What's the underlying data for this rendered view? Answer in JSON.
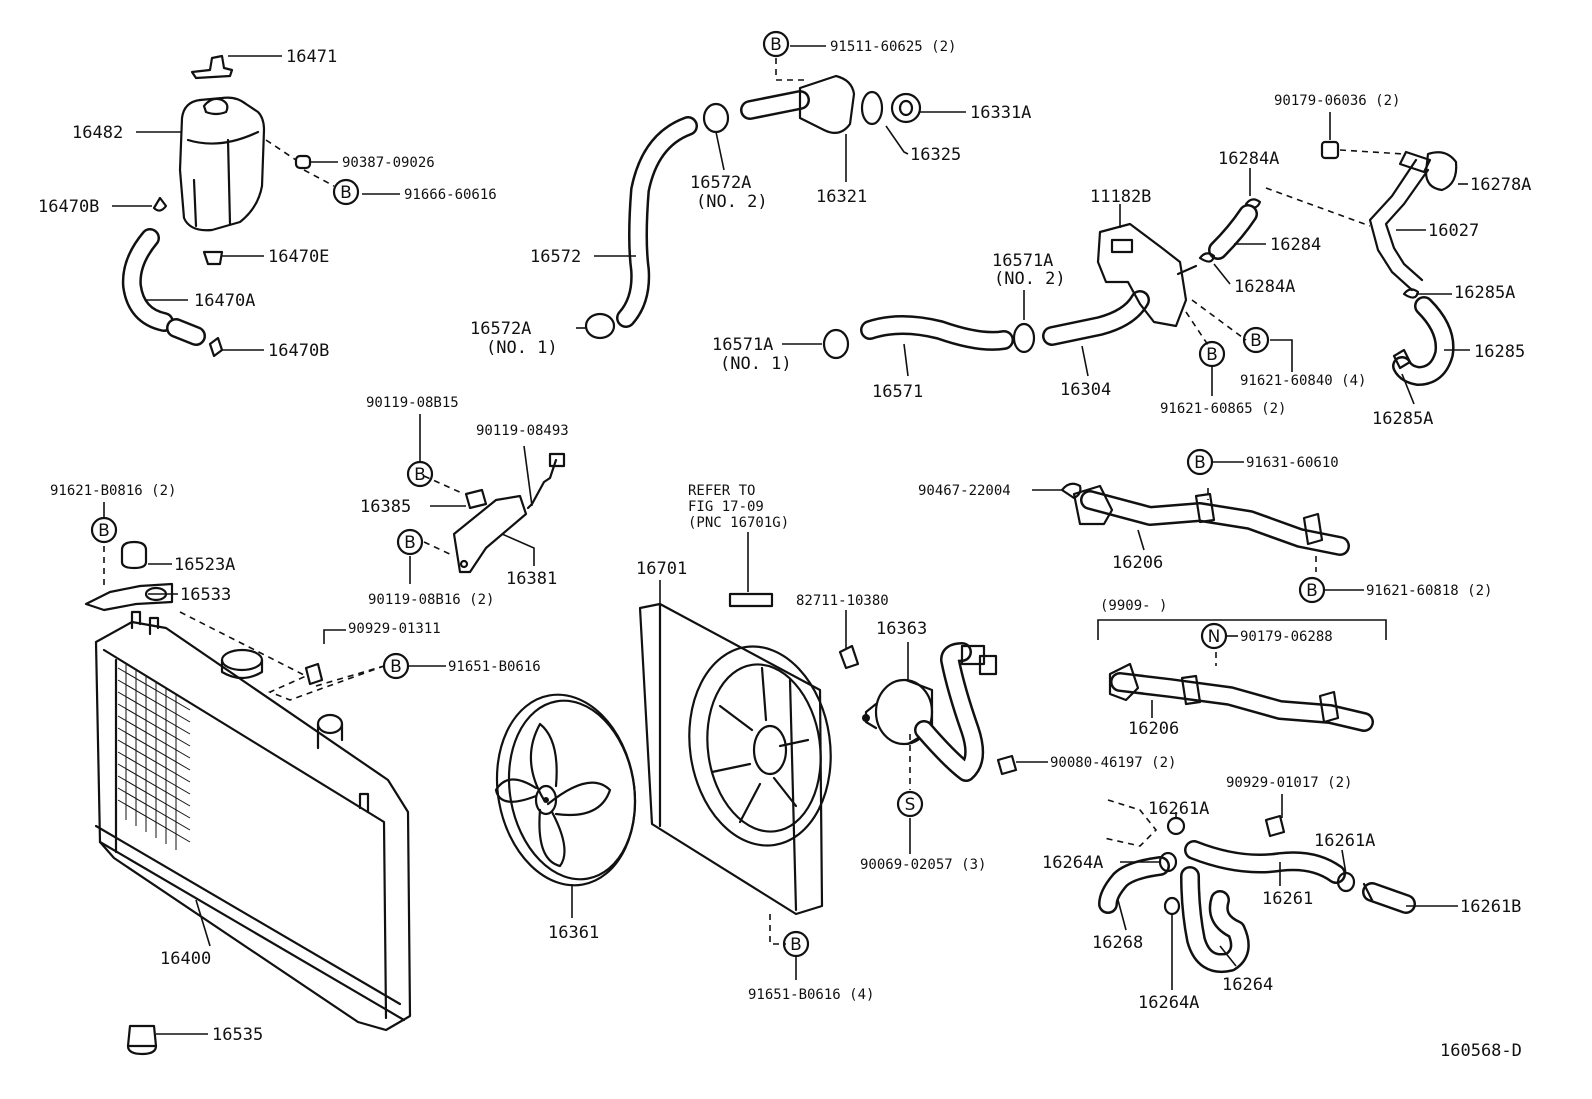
{
  "diagram_id": "160568-D",
  "refer_note": [
    "REFER TO",
    "FIG 17-09",
    "(PNC 16701G)"
  ],
  "date_range": "(9909-         )",
  "badges": {
    "B": "B",
    "N": "N",
    "S": "S"
  },
  "parts": {
    "p16471": "16471",
    "p16482": "16482",
    "p90387": "90387-09026",
    "p91666": "91666-60616",
    "p16470B_a": "16470B",
    "p16470E": "16470E",
    "p16470A": "16470A",
    "p16470B_b": "16470B",
    "p91511": "91511-60625 (2)",
    "p16331A": "16331A",
    "p16325": "16325",
    "p16321": "16321",
    "p16572A_top": "16572A",
    "p16572A_top_no": "(NO. 2)",
    "p16572": "16572",
    "p16572A_bot": "16572A",
    "p16572A_bot_no": "(NO. 1)",
    "p90179_06036": "90179-06036 (2)",
    "p16284A_a": "16284A",
    "p16278A": "16278A",
    "p11182B": "11182B",
    "p16027": "16027",
    "p16284": "16284",
    "p16284A_b": "16284A",
    "p16571A_top": "16571A",
    "p16571A_top_no": "(NO. 2)",
    "p16285A_a": "16285A",
    "p16285": "16285",
    "p16571A_bot": "16571A",
    "p16571A_bot_no": "(NO. 1)",
    "p91621_60840": "91621-60840 (4)",
    "p16571": "16571",
    "p16304": "16304",
    "p91621_60865": "91621-60865 (2)",
    "p16285A_b": "16285A",
    "p90119_08B15": "90119-08B15",
    "p90119_08493": "90119-08493",
    "p16385": "16385",
    "p16381": "16381",
    "p90119_08B16": "90119-08B16 (2)",
    "p91621_B0816": "91621-B0816 (2)",
    "p16523A": "16523A",
    "p16533": "16533",
    "p90929_01311": "90929-01311",
    "p91651_B0616": "91651-B0616",
    "p16701": "16701",
    "p82711": "82711-10380",
    "p16363": "16363",
    "p90467": "90467-22004",
    "p91631": "91631-60610",
    "p16206_a": "16206",
    "p91621_60818": "91621-60818 (2)",
    "p90179_06288": "90179-06288",
    "p16206_b": "16206",
    "p90080": "90080-46197 (2)",
    "p90069": "90069-02057 (3)",
    "p90929_01017": "90929-01017 (2)",
    "p16261A_a": "16261A",
    "p16261A_b": "16261A",
    "p16264A_a": "16264A",
    "p16261": "16261",
    "p16261B": "16261B",
    "p16268": "16268",
    "p16264": "16264",
    "p16264A_b": "16264A",
    "p16361": "16361",
    "p16400": "16400",
    "p91651_B0616_4": "91651-B0616 (4)",
    "p16535": "16535"
  }
}
